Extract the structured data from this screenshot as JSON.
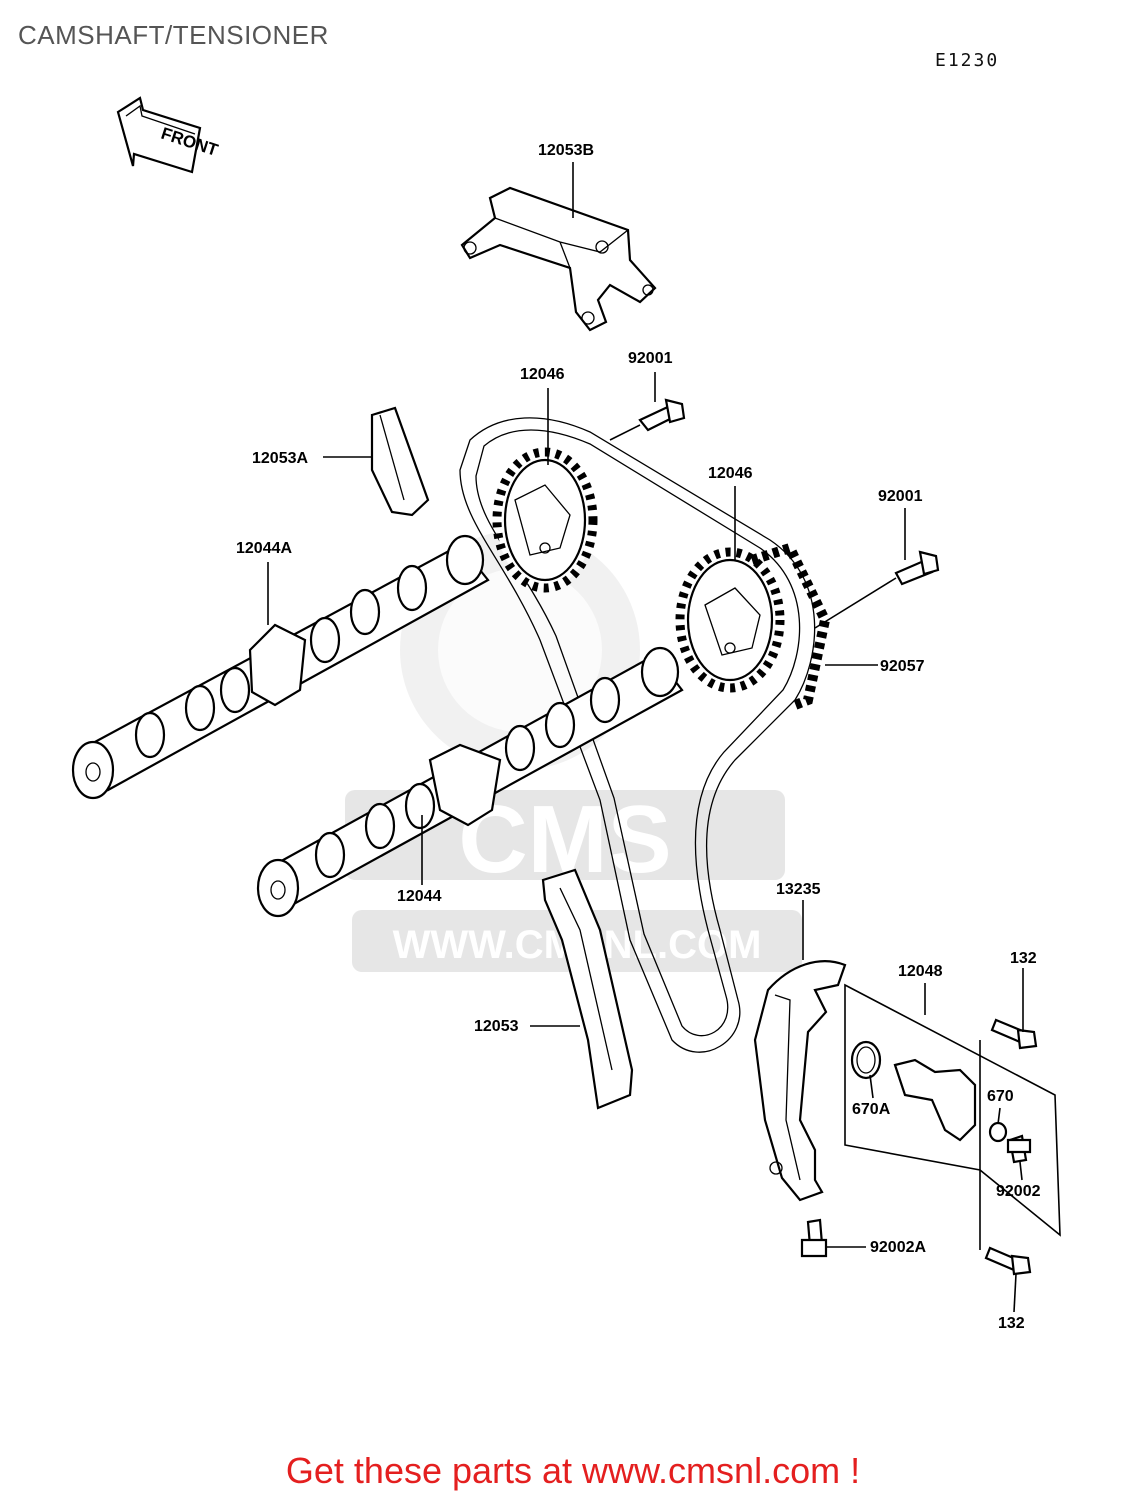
{
  "header": {
    "title": "CAMSHAFT/TENSIONER",
    "diagram_code": "E1230"
  },
  "front_arrow": {
    "label": "FRONT",
    "icon": "front-direction-arrow-icon"
  },
  "watermark": {
    "brand": "CMS",
    "url": "WWW.CMSNL.COM",
    "color": "#e6e6e6"
  },
  "parts": {
    "p12053B": "12053B",
    "p12046_a": "12046",
    "p92001_a": "92001",
    "p12053A": "12053A",
    "p12046_b": "12046",
    "p92001_b": "92001",
    "p12044A": "12044A",
    "p92057": "92057",
    "p12044": "12044",
    "p13235": "13235",
    "p12048": "12048",
    "p132_a": "132",
    "p12053": "12053",
    "p670A": "670A",
    "p670": "670",
    "p92002": "92002",
    "p92002A": "92002A",
    "p132_b": "132"
  },
  "footer": {
    "text": "Get these parts at www.cmsnl.com !",
    "color": "#e41f1f"
  }
}
